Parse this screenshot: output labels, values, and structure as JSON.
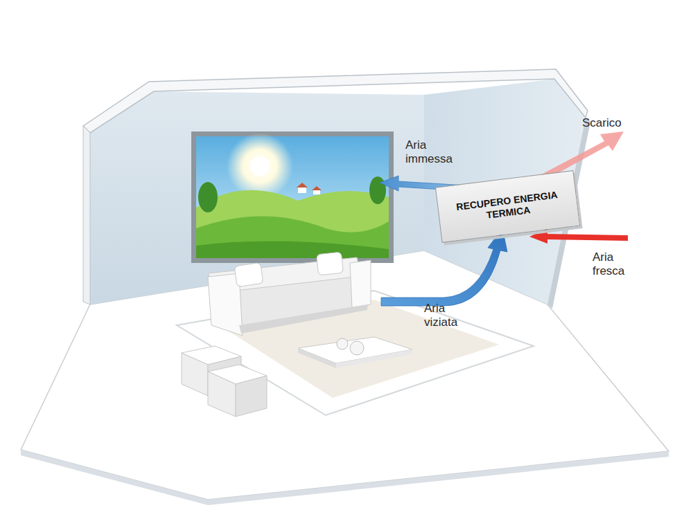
{
  "diagram": {
    "nodes": [
      {
        "text": [
          "RECUPERO ENERGIA TERMICA"
        ]
      }
    ],
    "labels": [
      "Scarico",
      "Aria immessa",
      "Aria fresca",
      "Aria viziata"
    ]
  }
}
